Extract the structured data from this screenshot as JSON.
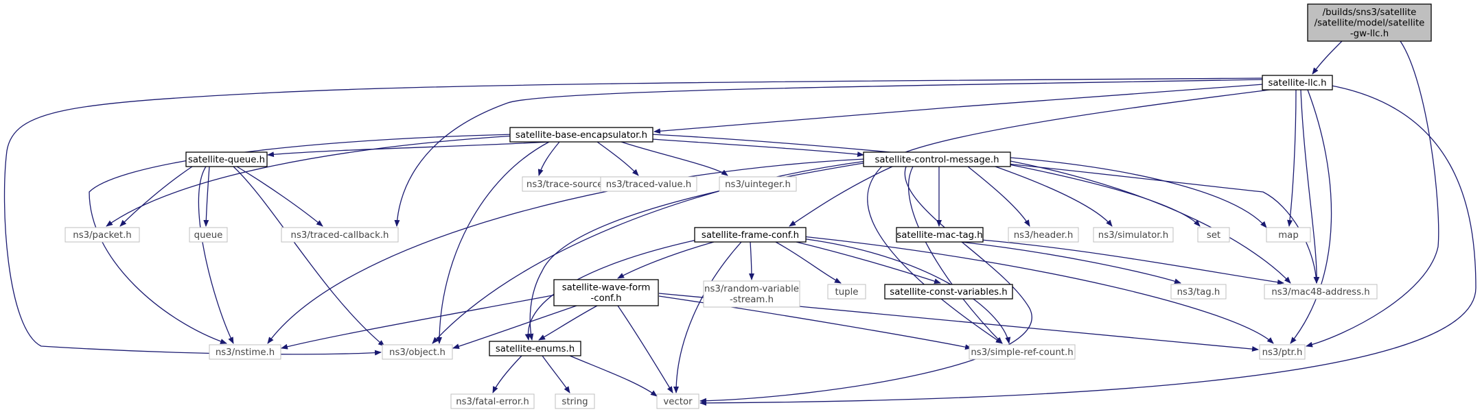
{
  "colors": {
    "edge": "#191970",
    "root_fill": "#bfbfbf",
    "external_border": "#bfbfbf",
    "local_border": "#000000"
  },
  "nodes": [
    {
      "id": "root",
      "lines": [
        "/builds/sns3/satellite",
        "/satellite/model/satellite",
        "-gw-llc.h"
      ],
      "kind": "root"
    },
    {
      "id": "llc",
      "lines": [
        "satellite-llc.h"
      ],
      "kind": "local"
    },
    {
      "id": "benc",
      "lines": [
        "satellite-base-encapsulator.h"
      ],
      "kind": "local"
    },
    {
      "id": "queue",
      "lines": [
        "satellite-queue.h"
      ],
      "kind": "local"
    },
    {
      "id": "tsa",
      "lines": [
        "ns3/trace-source-accessor.h"
      ],
      "kind": "external"
    },
    {
      "id": "tv",
      "lines": [
        "ns3/traced-value.h"
      ],
      "kind": "external"
    },
    {
      "id": "uint",
      "lines": [
        "ns3/uinteger.h"
      ],
      "kind": "external"
    },
    {
      "id": "ctrl",
      "lines": [
        "satellite-control-message.h"
      ],
      "kind": "local"
    },
    {
      "id": "packet",
      "lines": [
        "ns3/packet.h"
      ],
      "kind": "external"
    },
    {
      "id": "queue_std",
      "lines": [
        "queue"
      ],
      "kind": "external"
    },
    {
      "id": "tcb",
      "lines": [
        "ns3/traced-callback.h"
      ],
      "kind": "external"
    },
    {
      "id": "mactag",
      "lines": [
        "satellite-mac-tag.h"
      ],
      "kind": "local"
    },
    {
      "id": "header",
      "lines": [
        "ns3/header.h"
      ],
      "kind": "external"
    },
    {
      "id": "sim",
      "lines": [
        "ns3/simulator.h"
      ],
      "kind": "external"
    },
    {
      "id": "set",
      "lines": [
        "set"
      ],
      "kind": "external"
    },
    {
      "id": "map",
      "lines": [
        "map"
      ],
      "kind": "external"
    },
    {
      "id": "frame",
      "lines": [
        "satellite-frame-conf.h"
      ],
      "kind": "local"
    },
    {
      "id": "rvs",
      "lines": [
        "ns3/random-variable",
        "-stream.h"
      ],
      "kind": "external"
    },
    {
      "id": "tuple",
      "lines": [
        "tuple"
      ],
      "kind": "external"
    },
    {
      "id": "constv",
      "lines": [
        "satellite-const-variables.h"
      ],
      "kind": "local"
    },
    {
      "id": "tag",
      "lines": [
        "ns3/tag.h"
      ],
      "kind": "external"
    },
    {
      "id": "mac48",
      "lines": [
        "ns3/mac48-address.h"
      ],
      "kind": "external"
    },
    {
      "id": "wave",
      "lines": [
        "satellite-wave-form",
        "-conf.h"
      ],
      "kind": "local"
    },
    {
      "id": "nstime",
      "lines": [
        "ns3/nstime.h"
      ],
      "kind": "external"
    },
    {
      "id": "object",
      "lines": [
        "ns3/object.h"
      ],
      "kind": "external"
    },
    {
      "id": "enums",
      "lines": [
        "satellite-enums.h"
      ],
      "kind": "local"
    },
    {
      "id": "src",
      "lines": [
        "ns3/simple-ref-count.h"
      ],
      "kind": "external"
    },
    {
      "id": "ptr",
      "lines": [
        "ns3/ptr.h"
      ],
      "kind": "external"
    },
    {
      "id": "fatal",
      "lines": [
        "ns3/fatal-error.h"
      ],
      "kind": "external"
    },
    {
      "id": "string",
      "lines": [
        "string"
      ],
      "kind": "external"
    },
    {
      "id": "vector",
      "lines": [
        "vector"
      ],
      "kind": "external"
    }
  ],
  "edges": [
    {
      "from": "root",
      "to": "llc"
    },
    {
      "from": "root",
      "to": "ptr"
    },
    {
      "from": "llc",
      "to": "benc"
    },
    {
      "from": "llc",
      "to": "tcb"
    },
    {
      "from": "llc",
      "to": "object"
    },
    {
      "from": "llc",
      "to": "src"
    },
    {
      "from": "llc",
      "to": "map"
    },
    {
      "from": "llc",
      "to": "mac48"
    },
    {
      "from": "llc",
      "to": "ptr"
    },
    {
      "from": "llc",
      "to": "vector"
    },
    {
      "from": "benc",
      "to": "queue"
    },
    {
      "from": "benc",
      "to": "tsa"
    },
    {
      "from": "benc",
      "to": "tv"
    },
    {
      "from": "benc",
      "to": "uint"
    },
    {
      "from": "benc",
      "to": "ctrl"
    },
    {
      "from": "benc",
      "to": "packet"
    },
    {
      "from": "benc",
      "to": "nstime"
    },
    {
      "from": "benc",
      "to": "object"
    },
    {
      "from": "benc",
      "to": "mac48"
    },
    {
      "from": "queue",
      "to": "packet"
    },
    {
      "from": "queue",
      "to": "queue_std"
    },
    {
      "from": "queue",
      "to": "tcb"
    },
    {
      "from": "queue",
      "to": "nstime"
    },
    {
      "from": "queue",
      "to": "object"
    },
    {
      "from": "ctrl",
      "to": "frame"
    },
    {
      "from": "ctrl",
      "to": "mactag"
    },
    {
      "from": "ctrl",
      "to": "header"
    },
    {
      "from": "ctrl",
      "to": "sim"
    },
    {
      "from": "ctrl",
      "to": "set"
    },
    {
      "from": "ctrl",
      "to": "map"
    },
    {
      "from": "ctrl",
      "to": "mac48"
    },
    {
      "from": "ctrl",
      "to": "nstime"
    },
    {
      "from": "ctrl",
      "to": "object"
    },
    {
      "from": "ctrl",
      "to": "enums"
    },
    {
      "from": "ctrl",
      "to": "src"
    },
    {
      "from": "ctrl",
      "to": "vector"
    },
    {
      "from": "mactag",
      "to": "tag"
    },
    {
      "from": "mactag",
      "to": "mac48"
    },
    {
      "from": "frame",
      "to": "wave"
    },
    {
      "from": "frame",
      "to": "rvs"
    },
    {
      "from": "frame",
      "to": "tuple"
    },
    {
      "from": "frame",
      "to": "constv"
    },
    {
      "from": "frame",
      "to": "enums"
    },
    {
      "from": "frame",
      "to": "vector"
    },
    {
      "from": "frame",
      "to": "ptr"
    },
    {
      "from": "frame",
      "to": "src"
    },
    {
      "from": "wave",
      "to": "nstime"
    },
    {
      "from": "wave",
      "to": "object"
    },
    {
      "from": "wave",
      "to": "enums"
    },
    {
      "from": "wave",
      "to": "src"
    },
    {
      "from": "wave",
      "to": "ptr"
    },
    {
      "from": "wave",
      "to": "vector"
    },
    {
      "from": "enums",
      "to": "fatal"
    },
    {
      "from": "enums",
      "to": "string"
    },
    {
      "from": "enums",
      "to": "vector"
    }
  ]
}
